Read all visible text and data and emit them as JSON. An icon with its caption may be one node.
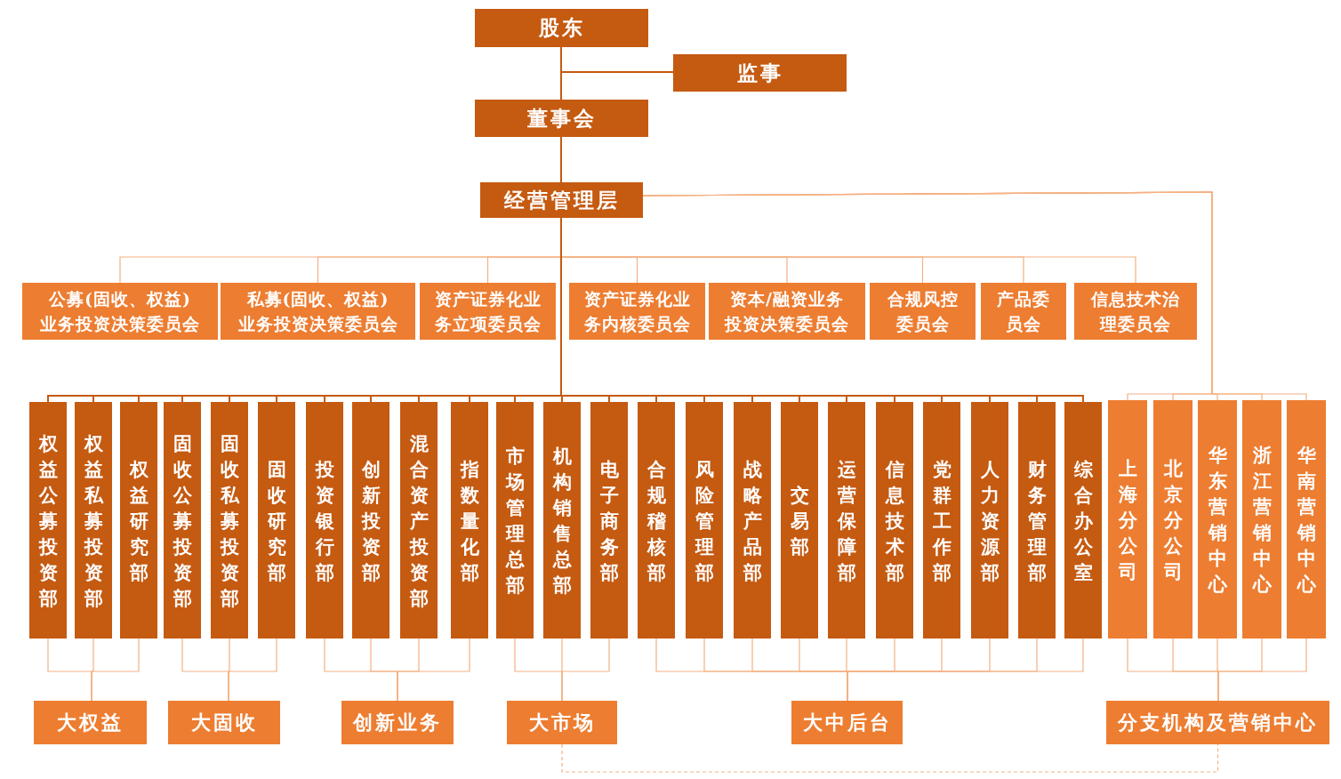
{
  "diagram": {
    "nodes": [
      {
        "text": [
          "股东"
        ]
      },
      {
        "text": [
          "监事"
        ]
      },
      {
        "text": [
          "董事会"
        ]
      },
      {
        "text": [
          "经营管理层"
        ]
      },
      {
        "text": [
          "公募(固收、权益) 业务投资决策委员会"
        ]
      },
      {
        "text": [
          "私募(固收、权益) 业务投资决策委员会"
        ]
      },
      {
        "text": [
          "资产证券化业务立项委员会"
        ]
      },
      {
        "text": [
          "资产证券化业务内核委员会"
        ]
      },
      {
        "text": [
          "资本/融资业务投资决策委员会"
        ]
      },
      {
        "text": [
          "合规风控委员会"
        ]
      },
      {
        "text": [
          "产品委员会"
        ]
      },
      {
        "text": [
          "信息技术治理委员会"
        ]
      },
      {
        "text": [
          "权益公募投资部"
        ]
      },
      {
        "text": [
          "权益私募投资部"
        ]
      },
      {
        "text": [
          "权益研究部"
        ]
      },
      {
        "text": [
          "固收公募投资部"
        ]
      },
      {
        "text": [
          "固收私募投资部"
        ]
      },
      {
        "text": [
          "固收研究部"
        ]
      },
      {
        "text": [
          "投资银行部"
        ]
      },
      {
        "text": [
          "创新投资部"
        ]
      },
      {
        "text": [
          "混合资产投资部"
        ]
      },
      {
        "text": [
          "指数量化部"
        ]
      },
      {
        "text": [
          "市场管理总部"
        ]
      },
      {
        "text": [
          "机构销售总部"
        ]
      },
      {
        "text": [
          "电子商务部"
        ]
      },
      {
        "text": [
          "合规稽核部"
        ]
      },
      {
        "text": [
          "风险管理部"
        ]
      },
      {
        "text": [
          "战略产品部"
        ]
      },
      {
        "text": [
          "交易部"
        ]
      },
      {
        "text": [
          "运营保障部"
        ]
      },
      {
        "text": [
          "信息技术部"
        ]
      },
      {
        "text": [
          "党群工作部"
        ]
      },
      {
        "text": [
          "人力资源部"
        ]
      },
      {
        "text": [
          "财务管理部"
        ]
      },
      {
        "text": [
          "综合办公室"
        ]
      },
      {
        "text": [
          "上海分公司"
        ]
      },
      {
        "text": [
          "北京分公司"
        ]
      },
      {
        "text": [
          "华东营销中心"
        ]
      },
      {
        "text": [
          "浙江营销中心"
        ]
      },
      {
        "text": [
          "华南营销中心"
        ]
      },
      {
        "text": [
          "大权益"
        ]
      },
      {
        "text": [
          "大固收"
        ]
      },
      {
        "text": [
          "创新业务"
        ]
      },
      {
        "text": [
          "大市场"
        ]
      },
      {
        "text": [
          "大中后台"
        ]
      },
      {
        "text": [
          "分支机构及营销中心"
        ]
      }
    ],
    "edges": [
      {
        "from": 0,
        "to": 1,
        "arrow": "none",
        "color": "#c55a11"
      },
      {
        "from": 0,
        "to": 2,
        "arrow": "none",
        "color": "#c55a11"
      },
      {
        "from": 2,
        "to": 3,
        "arrow": "none",
        "color": "#c55a11"
      },
      {
        "from": 3,
        "to": 4,
        "arrow": "none"
      },
      {
        "from": 3,
        "to": 5,
        "arrow": "none"
      },
      {
        "from": 3,
        "to": 6,
        "arrow": "none"
      },
      {
        "from": 3,
        "to": 7,
        "arrow": "none"
      },
      {
        "from": 3,
        "to": 8,
        "arrow": "none"
      },
      {
        "from": 3,
        "to": 9,
        "arrow": "none"
      },
      {
        "from": 3,
        "to": 10,
        "arrow": "none"
      },
      {
        "from": 3,
        "to": 11,
        "arrow": "none"
      },
      {
        "from": 3,
        "to": 12,
        "arrow": "none",
        "color": "#c55a11"
      },
      {
        "from": 3,
        "to": 13,
        "arrow": "none",
        "color": "#c55a11"
      },
      {
        "from": 3,
        "to": 14,
        "arrow": "none",
        "color": "#c55a11"
      },
      {
        "from": 3,
        "to": 15,
        "arrow": "none",
        "color": "#c55a11"
      },
      {
        "from": 3,
        "to": 16,
        "arrow": "none",
        "color": "#c55a11"
      },
      {
        "from": 3,
        "to": 17,
        "arrow": "none",
        "color": "#c55a11"
      },
      {
        "from": 3,
        "to": 18,
        "arrow": "none",
        "color": "#c55a11"
      },
      {
        "from": 3,
        "to": 19,
        "arrow": "none",
        "color": "#c55a11"
      },
      {
        "from": 3,
        "to": 20,
        "arrow": "none",
        "color": "#c55a11"
      },
      {
        "from": 3,
        "to": 21,
        "arrow": "none",
        "color": "#c55a11"
      },
      {
        "from": 3,
        "to": 22,
        "arrow": "none",
        "color": "#c55a11"
      },
      {
        "from": 3,
        "to": 23,
        "arrow": "none",
        "color": "#c55a11"
      },
      {
        "from": 3,
        "to": 24,
        "arrow": "none",
        "color": "#c55a11"
      },
      {
        "from": 3,
        "to": 25,
        "arrow": "none",
        "color": "#c55a11"
      },
      {
        "from": 3,
        "to": 26,
        "arrow": "none",
        "color": "#c55a11"
      },
      {
        "from": 3,
        "to": 27,
        "arrow": "none",
        "color": "#c55a11"
      },
      {
        "from": 3,
        "to": 28,
        "arrow": "none",
        "color": "#c55a11"
      },
      {
        "from": 3,
        "to": 29,
        "arrow": "none",
        "color": "#c55a11"
      },
      {
        "from": 3,
        "to": 30,
        "arrow": "none",
        "color": "#c55a11"
      },
      {
        "from": 3,
        "to": 31,
        "arrow": "none",
        "color": "#c55a11"
      },
      {
        "from": 3,
        "to": 32,
        "arrow": "none",
        "color": "#c55a11"
      },
      {
        "from": 3,
        "to": 33,
        "arrow": "none",
        "color": "#c55a11"
      },
      {
        "from": 3,
        "to": 34,
        "arrow": "none",
        "color": "#c55a11"
      },
      {
        "from": 3,
        "to": 35,
        "arrow": "none"
      },
      {
        "from": 3,
        "to": 36,
        "arrow": "none"
      },
      {
        "from": 3,
        "to": 37,
        "arrow": "none"
      },
      {
        "from": 3,
        "to": 38,
        "arrow": "none"
      },
      {
        "from": 3,
        "to": 39,
        "arrow": "none"
      },
      {
        "from": 12,
        "to": 40,
        "arrow": "none"
      },
      {
        "from": 13,
        "to": 40,
        "arrow": "none"
      },
      {
        "from": 14,
        "to": 40,
        "arrow": "none"
      },
      {
        "from": 15,
        "to": 41,
        "arrow": "none"
      },
      {
        "from": 16,
        "to": 41,
        "arrow": "none"
      },
      {
        "from": 17,
        "to": 41,
        "arrow": "none"
      },
      {
        "from": 18,
        "to": 42,
        "arrow": "none"
      },
      {
        "from": 19,
        "to": 42,
        "arrow": "none"
      },
      {
        "from": 20,
        "to": 42,
        "arrow": "none"
      },
      {
        "from": 21,
        "to": 42,
        "arrow": "none"
      },
      {
        "from": 22,
        "to": 43,
        "arrow": "none"
      },
      {
        "from": 23,
        "to": 43,
        "arrow": "none"
      },
      {
        "from": 24,
        "to": 43,
        "arrow": "none"
      },
      {
        "from": 25,
        "to": 44,
        "arrow": "none"
      },
      {
        "from": 26,
        "to": 44,
        "arrow": "none"
      },
      {
        "from": 27,
        "to": 44,
        "arrow": "none"
      },
      {
        "from": 28,
        "to": 44,
        "arrow": "none"
      },
      {
        "from": 29,
        "to": 44,
        "arrow": "none"
      },
      {
        "from": 30,
        "to": 44,
        "arrow": "none"
      },
      {
        "from": 31,
        "to": 44,
        "arrow": "none"
      },
      {
        "from": 32,
        "to": 44,
        "arrow": "none"
      },
      {
        "from": 33,
        "to": 44,
        "arrow": "none"
      },
      {
        "from": 34,
        "to": 44,
        "arrow": "none"
      },
      {
        "from": 35,
        "to": 45,
        "arrow": "none"
      },
      {
        "from": 36,
        "to": 45,
        "arrow": "none"
      },
      {
        "from": 37,
        "to": 45,
        "arrow": "none"
      },
      {
        "from": 38,
        "to": 45,
        "arrow": "none"
      },
      {
        "from": 39,
        "to": 45,
        "arrow": "none"
      },
      {
        "from": 43,
        "to": 45,
        "arrow": "none",
        "style": "dashed"
      }
    ]
  }
}
